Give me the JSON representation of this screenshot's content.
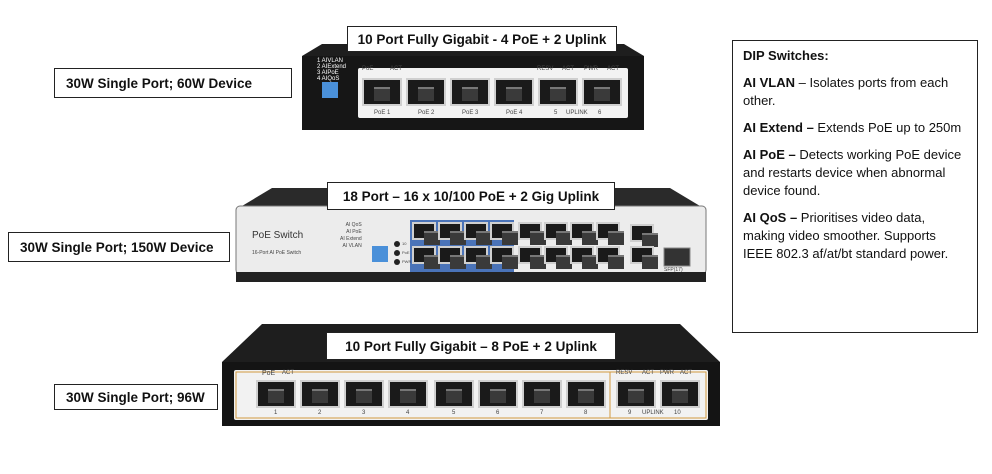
{
  "switch_top": {
    "title": "10 Port Fully Gigabit - 4 PoE + 2 Uplink",
    "side_label": "30W Single Port; 60W Device",
    "dip_labels": [
      "1 AIVLAN",
      "2 AIExtend",
      "3 AIPoE",
      "4 AIQoS"
    ],
    "header_labels": [
      "PoE",
      "ACT",
      "RESV",
      "ACT",
      "PWR",
      "ACT"
    ],
    "port_labels": [
      "PoE 1",
      "PoE 2",
      "PoE 3",
      "PoE 4",
      "5",
      "UPLINK",
      "6"
    ]
  },
  "switch_middle": {
    "title": "18 Port – 16 x 10/100 PoE + 2 Gig Uplink",
    "side_label": "30W Single Port; 150W Device",
    "brand": "PoE Switch",
    "subtitle": "16-Port AI PoE Switch",
    "dip_labels": [
      "AI QoS",
      "AI PoE",
      "AI Extend",
      "AI VLAN"
    ],
    "indicator_labels": [
      "10",
      "PoE",
      "PWR"
    ],
    "sfp_label": "SFP(17)"
  },
  "switch_bottom": {
    "title": "10 Port Fully Gigabit – 8 PoE + 2 Uplink",
    "side_label": "30W Single Port; 96W",
    "header_labels": [
      "PoE",
      "ACT",
      "RESV",
      "ACT",
      "PWR",
      "ACT"
    ],
    "port_numbers": [
      "1",
      "2",
      "3",
      "4",
      "5",
      "6",
      "7",
      "8",
      "9",
      "UPLINK",
      "10"
    ]
  },
  "dip_panel": {
    "heading": "DIP Switches:",
    "items": [
      {
        "term": "AI VLAN",
        "desc": " – Isolates ports from each other."
      },
      {
        "term": "AI Extend –",
        "desc": " Extends PoE up to 250m"
      },
      {
        "term": "AI PoE –",
        "desc": " Detects working PoE device and restarts device when abnormal device found."
      },
      {
        "term": "AI QoS –",
        "desc": " Prioritises video data, making video smoother. Supports IEEE 802.3 af/at/bt standard power."
      }
    ]
  },
  "colors": {
    "device_dark": "#1e1e1e",
    "panel_white": "#f2f2f2",
    "led_amber": "#d9a400",
    "dip_blue": "#4a90d9"
  }
}
